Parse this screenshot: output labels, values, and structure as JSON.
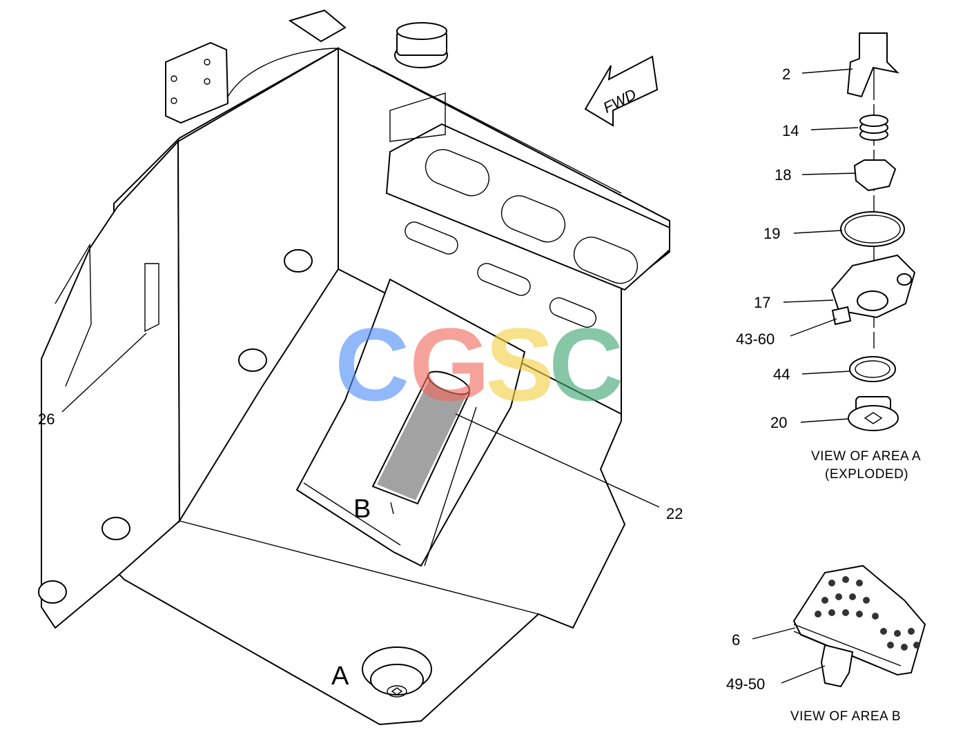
{
  "callouts": {
    "c2": "2",
    "c14": "14",
    "c18": "18",
    "c19": "19",
    "c17": "17",
    "c43_60": "43-60",
    "c44": "44",
    "c20": "20",
    "c26": "26",
    "c22": "22",
    "c6": "6",
    "c49_50": "49-50"
  },
  "area_labels": {
    "a": "A",
    "b": "B"
  },
  "direction_arrow": {
    "label": "FWD",
    "icon": "fwd-arrow-icon"
  },
  "captions": {
    "area_a_line1": "VIEW OF AREA A",
    "area_a_line2": "(EXPLODED)",
    "area_b": "VIEW OF AREA B"
  },
  "watermark": {
    "letters": [
      "C",
      "G",
      "S",
      "C"
    ],
    "colors": [
      "#4f8ff7",
      "#ef6b5d",
      "#f4cf45",
      "#3ea573"
    ]
  }
}
